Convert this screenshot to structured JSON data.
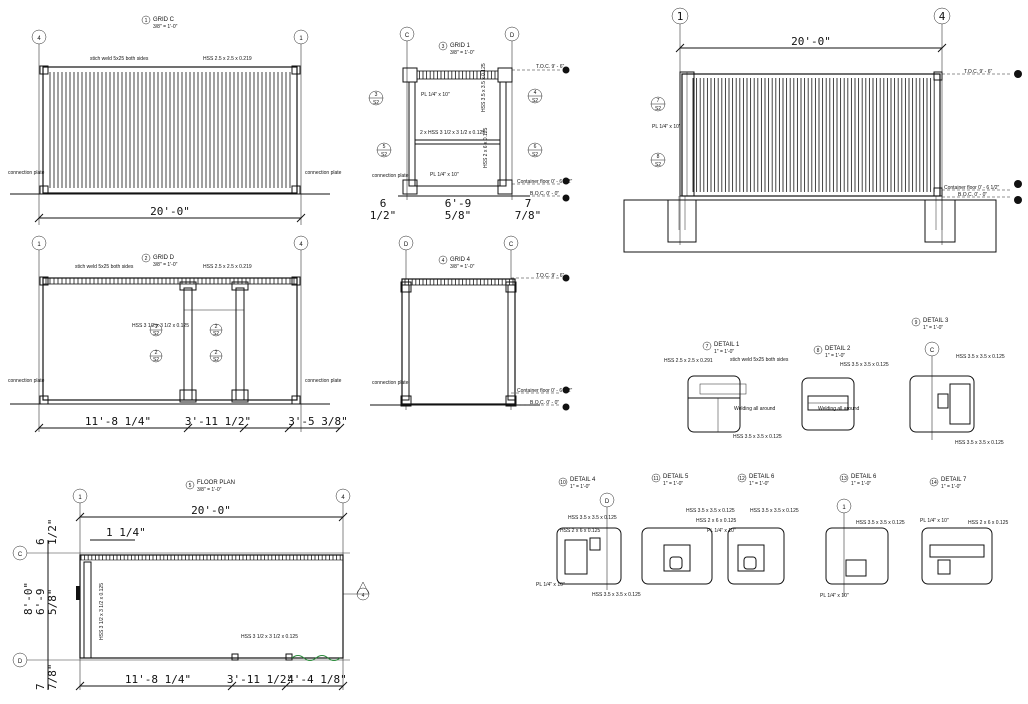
{
  "sheet": {
    "views": {
      "grid_c": {
        "num": "1",
        "title": "GRID C",
        "scale": "3/8\" = 1'-0\"",
        "bubble_left": "4",
        "bubble_right": "1",
        "note_top_left": "stich weld 5x25 both sides",
        "note_top_right": "HSS 2.5 x 2.5 x 0.219",
        "conn_left": "connection plate",
        "conn_right": "connection plate",
        "dim": "20'-0\""
      },
      "grid_d": {
        "num": "2",
        "title": "GRID D",
        "scale": "3/8\" = 1'-0\"",
        "bubble_left": "1",
        "bubble_right": "4",
        "note_top_left": "stich weld 5x25 both sides",
        "note_top_right": "HSS 2.5 x 2.5 x 0.219",
        "note_mid": "HSS 3 1/2 x 3 1/2 x 0.125",
        "conn_left": "connection plate",
        "conn_right": "connection plate",
        "dims": [
          "11'-8 1/4\"",
          "3'-11 1/2\"",
          "3'-5 3/8\""
        ],
        "tags": [
          "1",
          "2",
          "2",
          "2"
        ],
        "tag_sheet": "S2"
      },
      "grid_1": {
        "num": "3",
        "title": "GRID 1",
        "scale": "3/8\" = 1'-0\"",
        "bubble_left": "C",
        "bubble_right": "D",
        "toc": "T.O.C. 9' - 6\"",
        "note_plate": "PL 1/4\" x 10\"",
        "note_hss": "2 x HSS 3 1/2 x 3 1/2 x 0.125",
        "note_vert": "HSS 3.5 x 3.5 x 0.125",
        "note_vert2": "HSS 2 x 6 x 0.125",
        "note_plate2": "PL 1/4\" x 10\"",
        "conn": "connection plate",
        "floor": "Container floor 0' - 6 1/2\"",
        "boc": "B.O.C. 0' - 0\"",
        "tags": [
          "3",
          "5",
          "4",
          "6"
        ],
        "tag_sheet": "S2",
        "dims": [
          "6",
          "1/2\"",
          "6'-9",
          "5/8\"",
          "7",
          "7/8\""
        ]
      },
      "grid_4": {
        "num": "4",
        "title": "GRID 4",
        "scale": "3/8\" = 1'-0\"",
        "bubble_left": "D",
        "bubble_right": "C",
        "toc": "T.O.C. 9' - 6\"",
        "conn": "connection plate",
        "floor": "Container floor 0' - 6 1/2\"",
        "boc": "B.O.C. 0' - 0\""
      },
      "elevation": {
        "bubble_left": "1",
        "bubble_right": "4",
        "dim": "20'-0\"",
        "toc": "T.O.C. 9' - 6\"",
        "plate": "PL 1/4\" x 10\"",
        "floor": "Container floor 0' - 6 1/2\"",
        "boc": "B.O.C. 0' - 0\"",
        "tags": [
          "7",
          "8"
        ],
        "tag_sheet": "S2"
      },
      "floor_plan": {
        "num": "5",
        "title": "FLOOR PLAN",
        "scale": "3/8\" = 1'-0\"",
        "bubble_left": "1",
        "bubble_right": "4",
        "bubble_top": "C",
        "bubble_bottom": "D",
        "dim_top": "20'-0\"",
        "dim_inner": "1 1/4\"",
        "dim_left": [
          "6",
          "1/2\"",
          "8'-0\"",
          "6'-9",
          "5/8\"",
          "7",
          "7/8\""
        ],
        "note_hss_vert": "HSS 3 1/2 x 3 1/2 x 0.125",
        "note_hss": "HSS 3 1/2 x 3 1/2 x 0.125",
        "dims_bottom": [
          "11'-8 1/4\"",
          "3'-11 1/2\"",
          "4'-4 1/8\""
        ],
        "section": "4"
      },
      "details": [
        {
          "num": "7",
          "title": "DETAIL 1",
          "scale": "1\" = 1'-0\"",
          "notes": [
            "HSS 2.5 x 2.5 x 0.291",
            "stich weld 5x25 both sides",
            "Welding all around",
            "HSS 3.5 x 3.5 x 0.125"
          ]
        },
        {
          "num": "8",
          "title": "DETAIL 2",
          "scale": "1\" = 1'-0\"",
          "notes": [
            "HSS 3.5 x 3.5 x 0.125",
            "Welding all around"
          ]
        },
        {
          "num": "9",
          "title": "DETAIL 3",
          "scale": "1\" = 1'-0\"",
          "bubble": "C",
          "notes": [
            "HSS 3.5 x 3.5 x 0.125",
            "HSS 3.5 x 3.5 x 0.125"
          ]
        },
        {
          "num": "10",
          "title": "DETAIL 4",
          "scale": "1\" = 1'-0\"",
          "bubble": "D",
          "notes": [
            "HSS 3.5 x 3.5 x 0.125",
            "HSS 2 x 6 x 0.125",
            "PL 1/4\" x 10\"",
            "HSS 3.5 x 3.5 x 0.125"
          ]
        },
        {
          "num": "11",
          "title": "DETAIL 5",
          "scale": "1\" = 1'-0\"",
          "notes": [
            "HSS 3.5 x 3.5 x 0.125",
            "HSS 2 x 6 x 0.125",
            "PL 1/4\" x 10\""
          ]
        },
        {
          "num": "12",
          "title": "DETAIL 6",
          "scale": "1\" = 1'-0\"",
          "notes": [
            "HSS 3.5 x 3.5 x 0.125"
          ]
        },
        {
          "num": "13",
          "title": "DETAIL 6",
          "scale": "1\" = 1'-0\"",
          "bubble": "1",
          "notes": [
            "HSS 3.5 x 3.5 x 0.125",
            "PL 1/4\" x 10\""
          ]
        },
        {
          "num": "14",
          "title": "DETAIL 7",
          "scale": "1\" = 1'-0\"",
          "notes": [
            "PL 1/4\" x 10\"",
            "HSS 2 x 6 x 0.125"
          ]
        }
      ]
    }
  }
}
